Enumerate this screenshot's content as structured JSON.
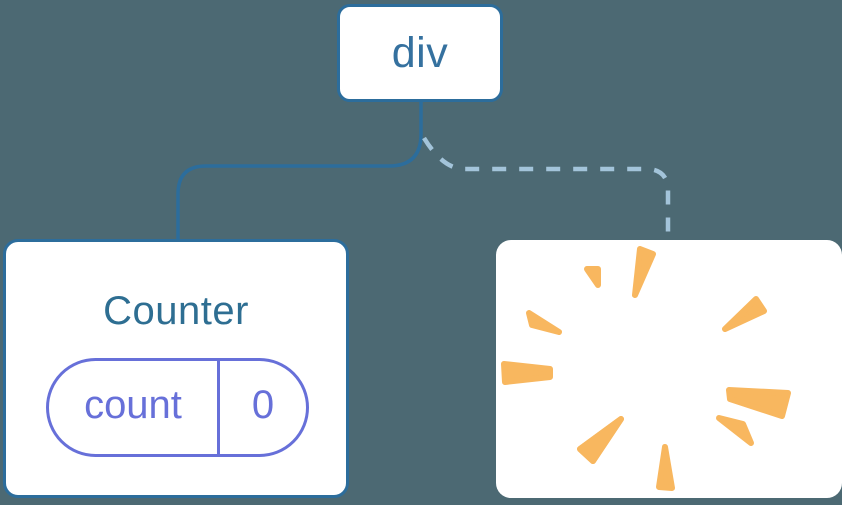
{
  "diagram": {
    "root_node": {
      "label": "div"
    },
    "left_card": {
      "title": "Counter",
      "state_pill": {
        "key": "count",
        "value": "0"
      }
    },
    "right_card": {
      "icon": "poof-burst-icon"
    }
  },
  "colors": {
    "background": "#4C6973",
    "card_background": "#FFFFFF",
    "node_border_blue": "#2C6D9C",
    "node_text_blue": "#35719F",
    "title_teal_blue": "#2E6E92",
    "pill_purple": "#6770D9",
    "solid_connector": "#2C6D9C",
    "dashed_connector": "#A3C4DA",
    "burst_orange": "#F8B75F"
  }
}
